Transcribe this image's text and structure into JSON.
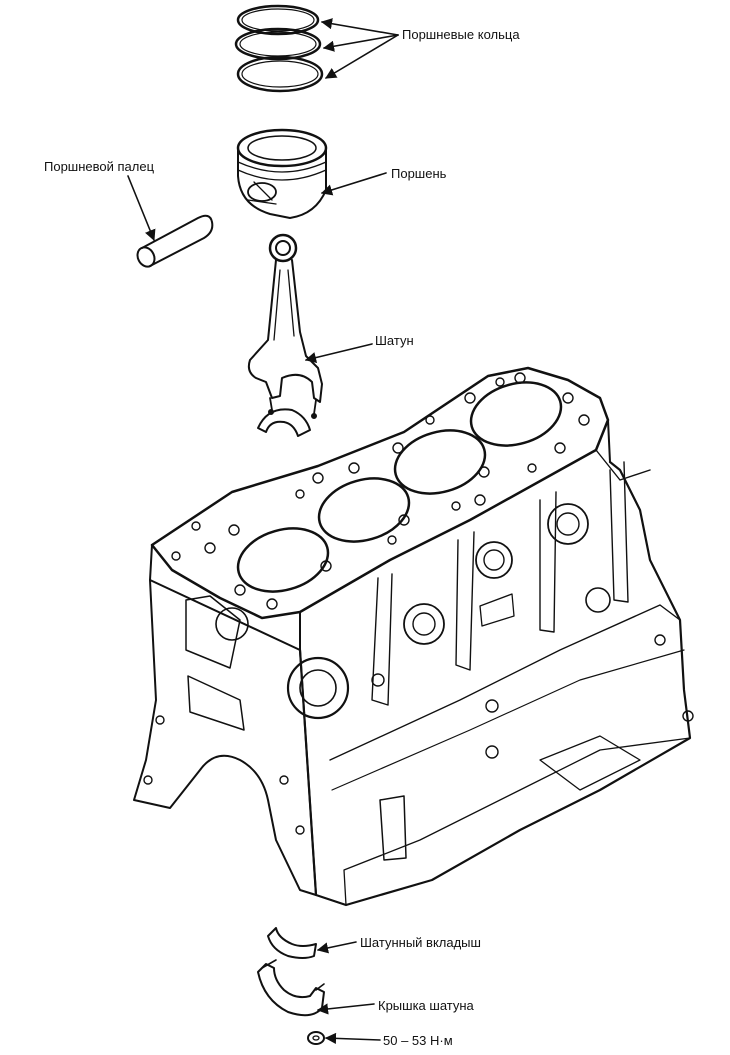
{
  "labels": {
    "piston_rings": "Поршневые кольца",
    "piston": "Поршень",
    "piston_pin": "Поршневой палец",
    "connecting_rod": "Шатун",
    "rod_bearing": "Шатунный вкладыш",
    "rod_cap": "Крышка шатуна",
    "torque": "50 – 53 Н·м"
  },
  "colors": {
    "ink": "#111111",
    "paper": "#ffffff"
  }
}
